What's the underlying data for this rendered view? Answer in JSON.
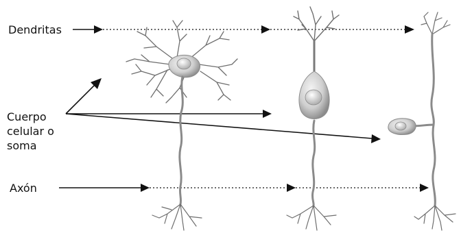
{
  "labels": {
    "dendritas": "Dendritas",
    "cuerpo_line1": "Cuerpo",
    "cuerpo_line2": "celular o",
    "cuerpo_line3": "soma",
    "axon": "Axón"
  },
  "neurons": [
    "multipolar",
    "bipolar",
    "unipolar"
  ],
  "colors": {
    "ink": "#111111",
    "cell_fill": "#dcdcdc",
    "cell_shade": "#9a9a9a"
  }
}
